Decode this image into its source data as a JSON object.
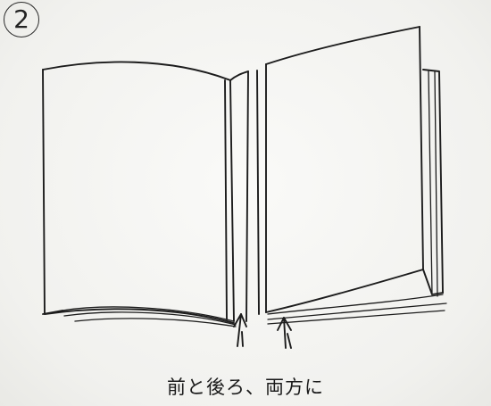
{
  "step_number": "2",
  "caption": "前と後ろ、両方に",
  "icons": [
    "open-book-illustration",
    "arrow-up-icon"
  ],
  "colors": {
    "ink": "#1c1c1c",
    "paper": "#f4f4f2"
  }
}
